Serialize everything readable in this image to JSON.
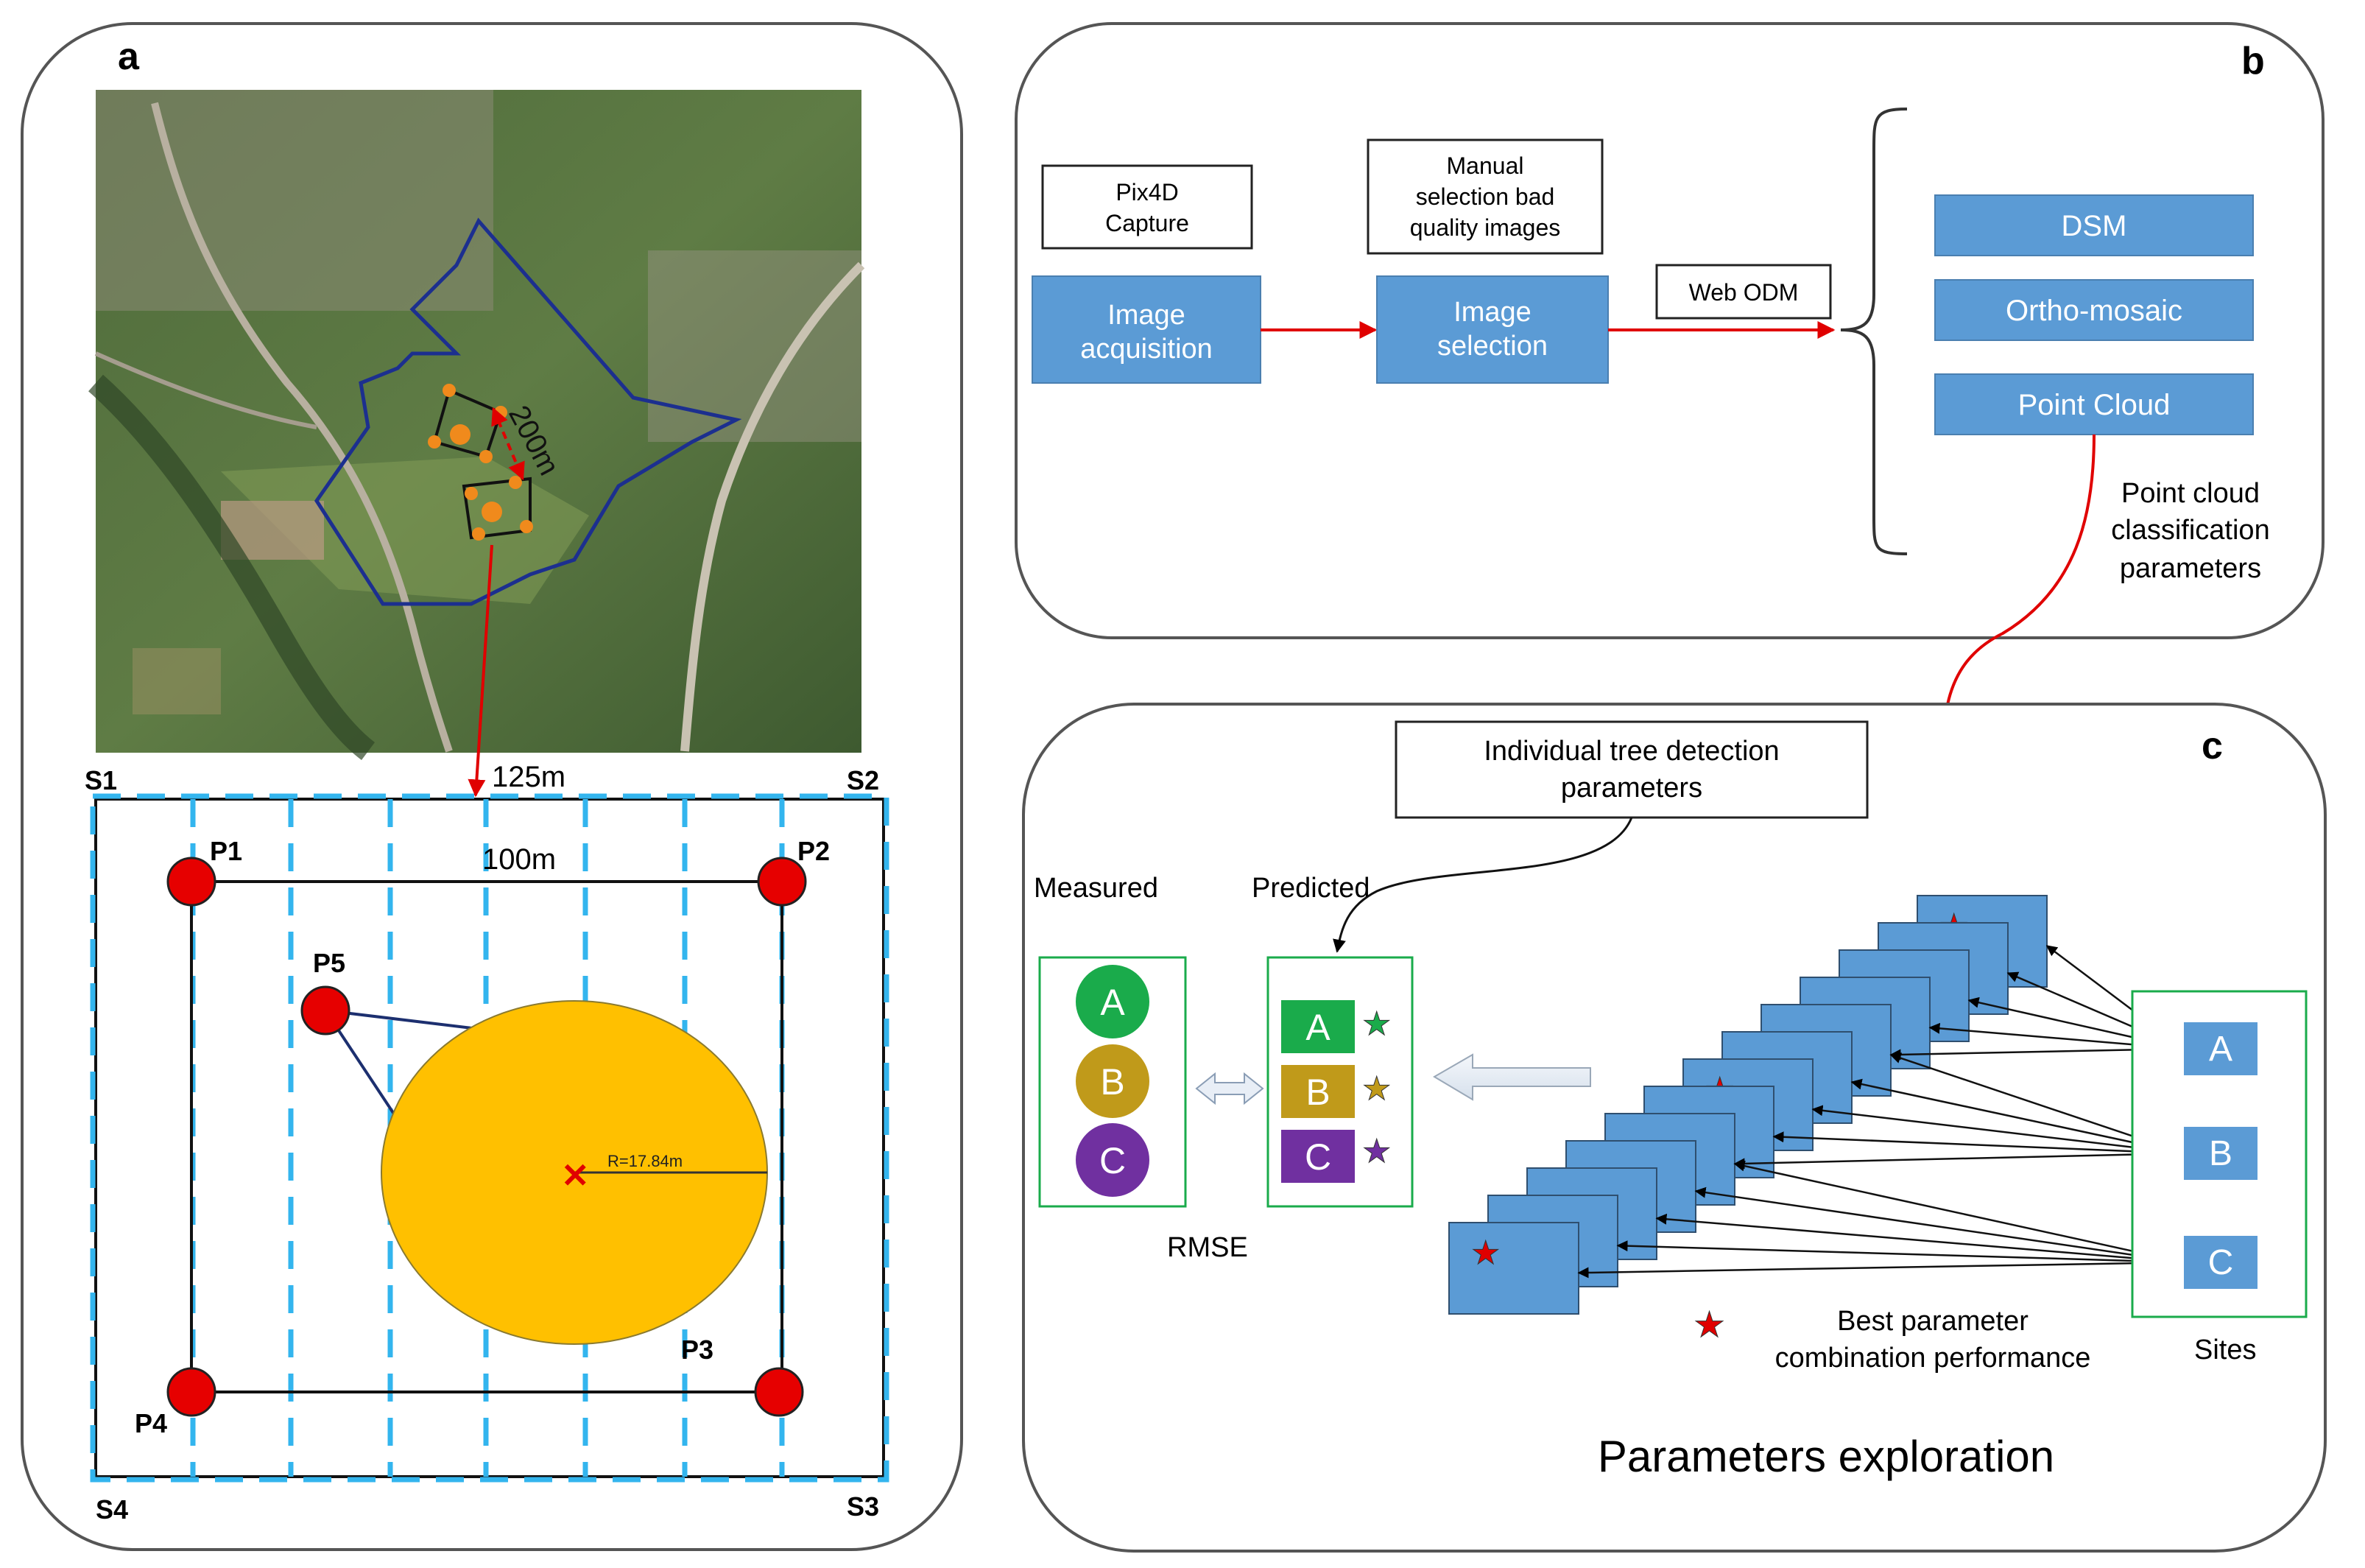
{
  "panel_a": {
    "letter": "a",
    "map_distance": "200m",
    "corners": {
      "s1": "S1",
      "s2": "S2",
      "s3": "S3",
      "s4": "S4"
    },
    "points": {
      "p1": "P1",
      "p2": "P2",
      "p3": "P3",
      "p4": "P4",
      "p5": "P5"
    },
    "outer_dim": "125m",
    "inner_dim": "100m",
    "radius": "R=17.84m"
  },
  "panel_b": {
    "letter": "b",
    "pix4d_line1": "Pix4D",
    "pix4d_line2": "Capture",
    "manual_line1": "Manual",
    "manual_line2": "selection bad",
    "manual_line3": "quality images",
    "acq_line1": "Image",
    "acq_line2": "acquisition",
    "sel_line1": "Image",
    "sel_line2": "selection",
    "webodm": "Web ODM",
    "dsm": "DSM",
    "ortho": "Ortho-mosaic",
    "pointcloud": "Point Cloud",
    "pc_param_line1": "Point cloud",
    "pc_param_line2": "classification",
    "pc_param_line3": "parameters"
  },
  "panel_c": {
    "letter": "c",
    "itd_line1": "Individual tree detection",
    "itd_line2": "parameters",
    "measured": "Measured",
    "predicted": "Predicted",
    "a": "A",
    "b": "B",
    "c": "C",
    "rmse": "RMSE",
    "best_line1": "Best parameter",
    "best_line2": "combination performance",
    "sites": "Sites",
    "title": "Parameters exploration"
  },
  "colors": {
    "blue_box": "#5b9bd5",
    "green": "#1aab4b",
    "gold": "#c09a1a",
    "purple": "#7030a0",
    "red": "#e00000",
    "orange": "#ffc000",
    "dash_blue": "#33b5ee"
  }
}
